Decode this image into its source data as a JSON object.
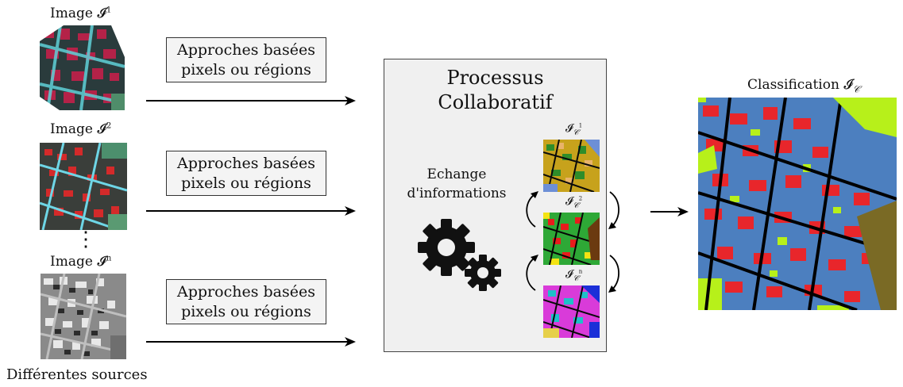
{
  "sources": [
    {
      "label_prefix": "Image ",
      "symbol": "𝓘",
      "superscript": "1"
    },
    {
      "label_prefix": "Image ",
      "symbol": "𝓘",
      "superscript": "2"
    },
    {
      "label_prefix": "Image ",
      "symbol": "𝓘",
      "superscript": "n"
    }
  ],
  "ellipsis": "⋮",
  "sources_caption": "Différentes sources",
  "approaches": [
    {
      "line1": "Approches basées",
      "line2": "pixels ou régions"
    },
    {
      "line1": "Approches basées",
      "line2": "pixels ou régions"
    },
    {
      "line1": "Approches basées",
      "line2": "pixels ou régions"
    }
  ],
  "process": {
    "title_line1": "Processus",
    "title_line2": "Collaboratif"
  },
  "exchange": {
    "line1": "Echange",
    "line2": "d'informations"
  },
  "intermediate": [
    {
      "symbol": "𝓘",
      "sub": "𝒞",
      "sup": "1"
    },
    {
      "symbol": "𝓘",
      "sub": "𝒞",
      "sup": "2"
    },
    {
      "symbol": "𝓘",
      "sub": "𝒞",
      "sup": "n"
    }
  ],
  "result": {
    "label_prefix": "Classification ",
    "symbol": "𝓘",
    "sub": "𝒞"
  },
  "icons": [
    "gear-icon",
    "arrow-icon",
    "curved-arrow-icon"
  ],
  "colors": {
    "classification_red": "#e8262b",
    "classification_blue": "#4c7fbf",
    "classification_lime": "#b7f01a",
    "classification_olive": "#7a6a25",
    "classification_black": "#000000"
  }
}
